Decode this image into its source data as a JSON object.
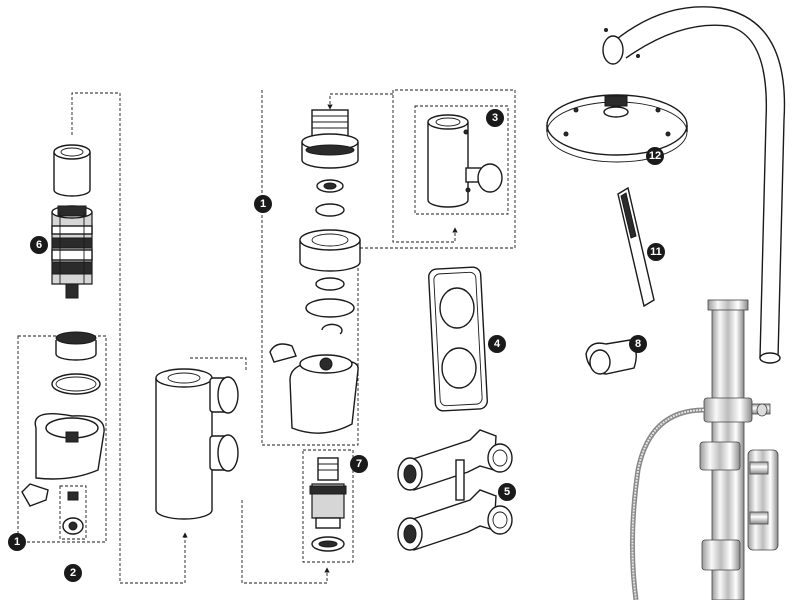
{
  "badges": [
    {
      "id": "badge-1-left",
      "label": "1"
    },
    {
      "id": "badge-2",
      "label": "2"
    },
    {
      "id": "badge-6",
      "label": "6"
    },
    {
      "id": "badge-1-center",
      "label": "1"
    },
    {
      "id": "badge-3",
      "label": "3"
    },
    {
      "id": "badge-4",
      "label": "4"
    },
    {
      "id": "badge-5",
      "label": "5"
    },
    {
      "id": "badge-7",
      "label": "7"
    },
    {
      "id": "badge-8",
      "label": "8"
    },
    {
      "id": "badge-11",
      "label": "11"
    },
    {
      "id": "badge-12",
      "label": "12"
    }
  ],
  "colors": {
    "line": "#1a1a1a",
    "badge": "#1a1a1a",
    "badge_text": "#ffffff",
    "chrome": "#f2f2f2"
  }
}
